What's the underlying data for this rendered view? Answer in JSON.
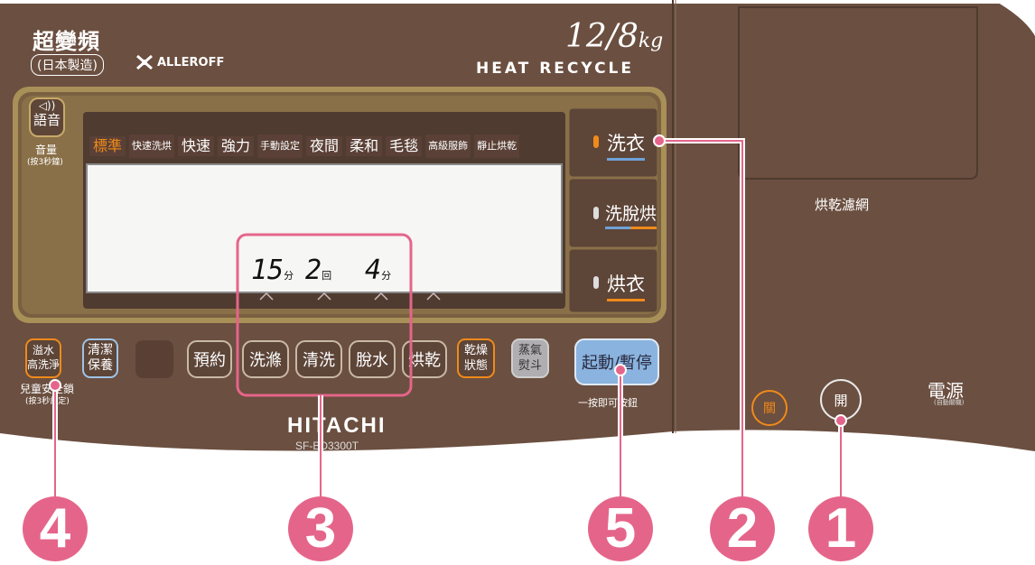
{
  "brand": {
    "model_title": "超變頻",
    "made_in": "(日本製造)",
    "alleroff": "ALLEROFF",
    "capacity_main": "12/8",
    "capacity_unit": "kg",
    "heat_recycle": "HEAT RECYCLE",
    "logo": "HITACHI",
    "model_number": "SF-BD3300T"
  },
  "volume": {
    "icon_label": "語音",
    "label": "音量",
    "hint": "(按3秒鐘)"
  },
  "programs": [
    {
      "label": "標準",
      "size": "lg",
      "active": true
    },
    {
      "label": "快速洗烘",
      "size": "sm",
      "active": false
    },
    {
      "label": "快速",
      "size": "lg",
      "active": false
    },
    {
      "label": "強力",
      "size": "lg",
      "active": false
    },
    {
      "label": "手動設定",
      "size": "sm",
      "active": false
    },
    {
      "label": "夜間",
      "size": "lg",
      "active": false
    },
    {
      "label": "柔和",
      "size": "lg",
      "active": false
    },
    {
      "label": "毛毯",
      "size": "lg",
      "active": false
    },
    {
      "label": "高級服飾",
      "size": "sm",
      "active": false
    },
    {
      "label": "靜止烘乾",
      "size": "sm",
      "active": false
    }
  ],
  "display": {
    "wash_time": "15",
    "wash_unit": "分",
    "rinse_count": "2",
    "rinse_unit": "回",
    "spin_time": "4",
    "spin_unit": "分"
  },
  "modes": {
    "wash": "洗衣",
    "wash_dry": "洗脫烘",
    "dry": "烘衣"
  },
  "buttons": {
    "overflow_line1": "溢水",
    "overflow_line2": "高洗淨",
    "clean_line1": "清潔",
    "clean_line2": "保養",
    "reserve": "預約",
    "wash": "洗滌",
    "rinse": "清洗",
    "spin": "脫水",
    "dry": "烘乾",
    "dry_state_line1": "乾燥",
    "dry_state_line2": "狀態",
    "steam_line1": "蒸氣",
    "steam_line2": "熨斗",
    "start_pause": "起動/暫停",
    "one_touch": "一按即可按鈕",
    "child_lock": "兒童安全鎖",
    "child_lock_hint": "(按3秒設定)"
  },
  "power": {
    "off_label": "關",
    "on_label": "開",
    "title": "電源",
    "subtitle": "(自動關機)"
  },
  "filter_label": "烘乾濾網",
  "callouts": [
    "4",
    "3",
    "5",
    "2",
    "1"
  ],
  "colors": {
    "body": "#6b4f40",
    "gold": "#a89058",
    "callout": "#e5658a",
    "orange": "#f08a1a"
  }
}
